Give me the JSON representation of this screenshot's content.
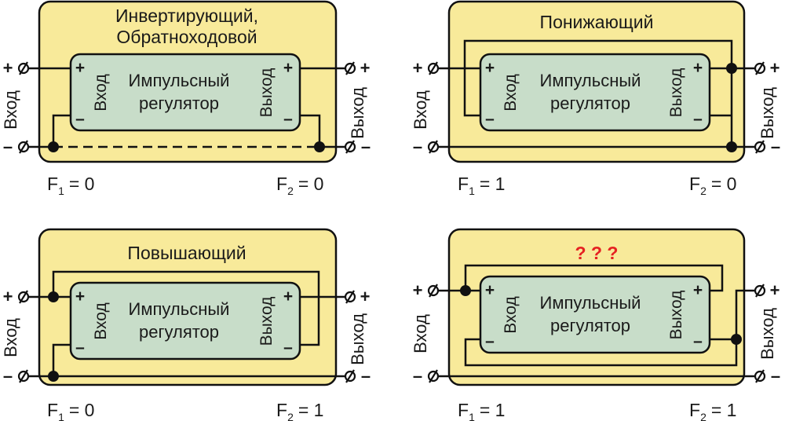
{
  "labels": {
    "vhod": "Вход",
    "vyhod": "Выход",
    "plus": "+",
    "minus": "–",
    "regulator_line1": "Импульсный",
    "regulator_line2": "регулятор"
  },
  "panels": [
    {
      "title_lines": [
        "Инвертирующий,",
        "Обратноходовой"
      ],
      "f1": "F",
      "f1_sub": "1",
      "f1_val": "= 0",
      "f2": "F",
      "f2_sub": "2",
      "f2_val": "= 0"
    },
    {
      "title_lines": [
        "Понижающий"
      ],
      "f1": "F",
      "f1_sub": "1",
      "f1_val": "= 1",
      "f2": "F",
      "f2_sub": "2",
      "f2_val": "= 0"
    },
    {
      "title_lines": [
        "Повышающий"
      ],
      "f1": "F",
      "f1_sub": "1",
      "f1_val": "= 0",
      "f2": "F",
      "f2_sub": "2",
      "f2_val": "= 1"
    },
    {
      "title_lines": [
        "? ? ?"
      ],
      "title_color": "#e52222",
      "f1": "F",
      "f1_sub": "1",
      "f1_val": "= 1",
      "f2": "F",
      "f2_sub": "2",
      "f2_val": "= 1"
    }
  ]
}
